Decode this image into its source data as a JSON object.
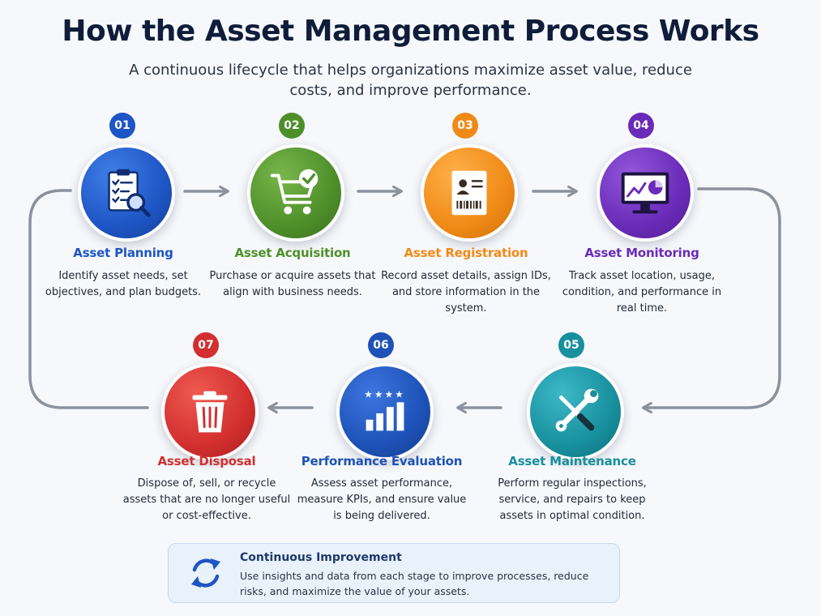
{
  "title": "How the Asset Management Process Works",
  "subtitle": "A continuous lifecycle that helps organizations maximize asset value, reduce costs, and improve performance.",
  "steps": [
    {
      "number": "01",
      "title": "Asset Planning",
      "description": "Identify asset needs, set objectives, and plan budgets.",
      "color": "#1e55c4",
      "icon": "checklist-magnifier-icon"
    },
    {
      "number": "02",
      "title": "Asset Acquisition",
      "description": "Purchase or acquire assets that align with business needs.",
      "color": "#4f8f2a",
      "icon": "shopping-cart-check-icon"
    },
    {
      "number": "03",
      "title": "Asset Registration",
      "description": "Record asset details, assign IDs, and store information in the system.",
      "color": "#f08a17",
      "icon": "id-card-barcode-icon"
    },
    {
      "number": "04",
      "title": "Asset Monitoring",
      "description": "Track asset location, usage, condition, and performance in real time.",
      "color": "#6a2bb8",
      "icon": "monitor-chart-icon"
    },
    {
      "number": "05",
      "title": "Asset Maintenance",
      "description": "Perform regular inspections, service, and repairs to keep assets in optimal condition.",
      "color": "#18909e",
      "icon": "wrench-screwdriver-icon"
    },
    {
      "number": "06",
      "title": "Performance Evaluation",
      "description": "Assess asset performance, measure KPIs, and ensure value is being delivered.",
      "color": "#1e52b8",
      "icon": "star-rating-bar-chart-icon"
    },
    {
      "number": "07",
      "title": "Asset Disposal",
      "description": "Dispose of, sell, or recycle assets that are no longer useful or cost-effective.",
      "color": "#d32f2f",
      "icon": "trash-can-icon"
    }
  ],
  "continuous_improvement": {
    "title": "Continuous Improvement",
    "text": "Use insights and data from each stage to improve processes, reduce risks, and maximize the value of your assets.",
    "icon": "refresh-cycle-icon",
    "color": "#1e55c4"
  },
  "connector_color": "#8c929c"
}
